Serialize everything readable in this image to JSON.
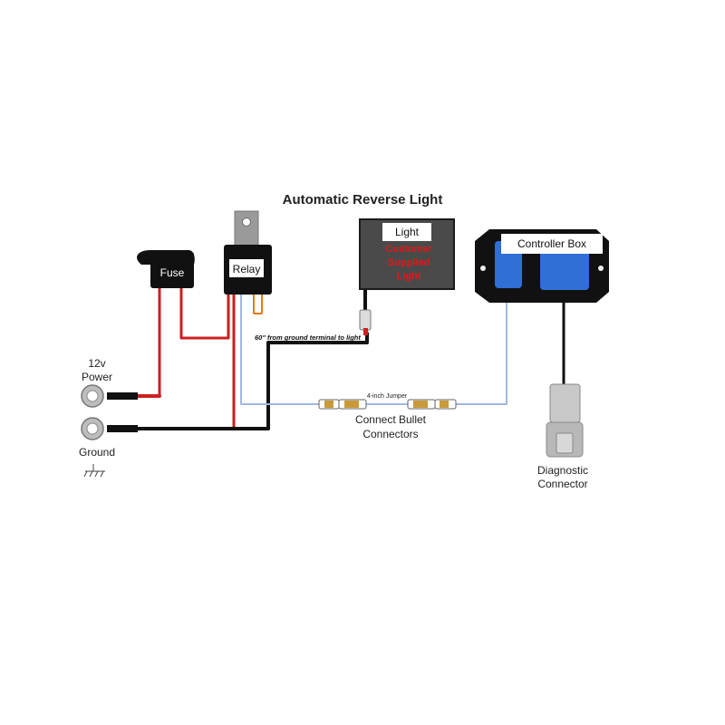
{
  "title": "Automatic Reverse Light",
  "labels": {
    "power_line1": "12v",
    "power_line2": "Power",
    "ground": "Ground",
    "fuse": "Fuse",
    "relay": "Relay",
    "light": "Light",
    "customer_line1": "Customer",
    "customer_line2": "Supplied",
    "customer_line3": "Light",
    "controller_box": "Controller Box",
    "distance_note": "60\" from ground terminal to light",
    "jumper": "4-inch Jumper",
    "bullet_line1": "Connect Bullet",
    "bullet_line2": "Connectors",
    "diagnostic_line1": "Diagnostic",
    "diagnostic_line2": "Connector"
  },
  "icons": {
    "ground_symbol": "ground-symbol-icon",
    "ring_terminal": "ring-terminal-icon"
  },
  "colors": {
    "wire_red": "#cc1f1f",
    "wire_black": "#111111",
    "wire_blue": "#9fb9de",
    "wire_orange": "#e07a1a",
    "controller_blue": "#2f6fd6",
    "light_box": "#4a4a4a",
    "customer_text": "#e01818"
  }
}
